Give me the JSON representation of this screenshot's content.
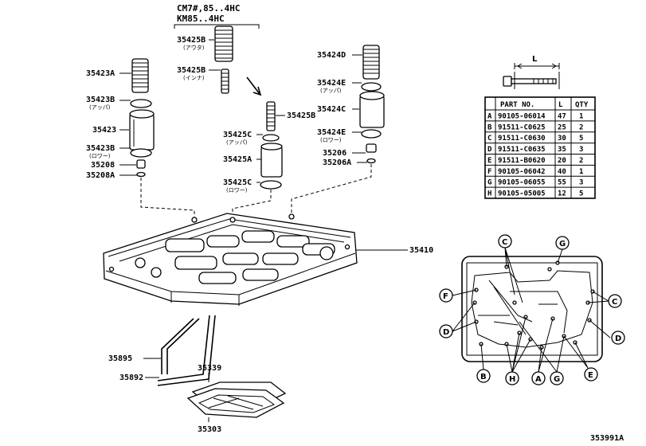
{
  "header": {
    "model_line1": "CM7#,85..4HC",
    "model_line2": "KM85..4HC"
  },
  "callouts": {
    "p35423A": "35423A",
    "p35423B_top": "35423B",
    "p35423B_top_sub": "(アッパ)",
    "p35423": "35423",
    "p35423B_bot": "35423B",
    "p35423B_bot_sub": "(ロワー)",
    "p35208": "35208",
    "p35208A": "35208A",
    "p35425B_outer": "35425B",
    "p35425B_outer_sub": "(アウタ)",
    "p35425B_inner": "35425B",
    "p35425B_inner_sub": "(インナ)",
    "p35425B_mid": "35425B",
    "p35425C_top": "35425C",
    "p35425C_top_sub": "(アッパ)",
    "p35425A": "35425A",
    "p35425C_bot": "35425C",
    "p35425C_bot_sub": "(ロワー)",
    "p35424D": "35424D",
    "p35424E_top": "35424E",
    "p35424E_top_sub": "(アッパ)",
    "p35424C": "35424C",
    "p35424E_bot": "35424E",
    "p35424E_bot_sub": "(ロワー)",
    "p35206": "35206",
    "p35206A": "35206A",
    "p35410": "35410",
    "p35895": "35895",
    "p35892": "35892",
    "p35339": "35339",
    "p35303": "35303",
    "figure_code": "353991A"
  },
  "bolt": {
    "dimension_label": "L"
  },
  "bolt_table": {
    "headers": [
      "PART NO.",
      "L",
      "QTY"
    ],
    "rows": [
      {
        "key": "A",
        "part_no": "90105-06014",
        "length": "47",
        "qty": "1"
      },
      {
        "key": "B",
        "part_no": "91511-C0625",
        "length": "25",
        "qty": "2"
      },
      {
        "key": "C",
        "part_no": "91511-C0630",
        "length": "30",
        "qty": "5"
      },
      {
        "key": "D",
        "part_no": "91511-C0635",
        "length": "35",
        "qty": "3"
      },
      {
        "key": "E",
        "part_no": "91511-B0620",
        "length": "20",
        "qty": "2"
      },
      {
        "key": "F",
        "part_no": "90105-06042",
        "length": "40",
        "qty": "1"
      },
      {
        "key": "G",
        "part_no": "90105-06055",
        "length": "55",
        "qty": "3"
      },
      {
        "key": "H",
        "part_no": "90105-05005",
        "length": "12",
        "qty": "5"
      }
    ]
  },
  "bolt_map_labels": {
    "c_top": "C",
    "g_top": "G",
    "f_left": "F",
    "d_left": "D",
    "c_right": "C",
    "d_right": "D",
    "b_bot": "B",
    "h_bot": "H",
    "a_bot": "A",
    "g_bot": "G",
    "e_bot": "E"
  }
}
